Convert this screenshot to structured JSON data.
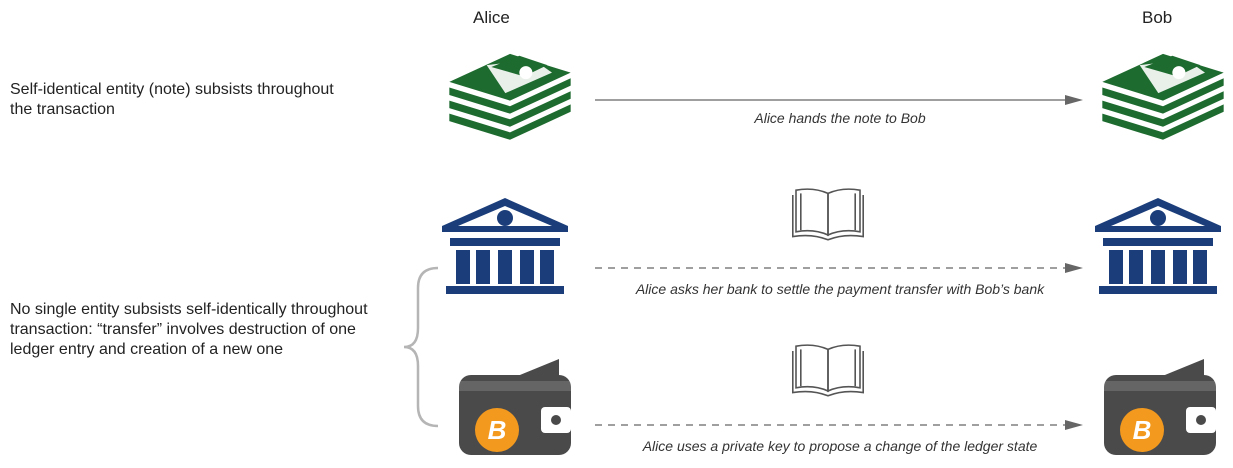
{
  "header": {
    "left_party": "Alice",
    "right_party": "Bob"
  },
  "rows": [
    {
      "description": "Self-identical entity (note) subsists throughout the transaction",
      "caption": "Alice hands the note to Bob"
    },
    {
      "caption": "Alice asks her bank to settle the payment transfer with Bob’s bank"
    },
    {
      "caption": "Alice uses a private key to propose a change of the ledger state"
    }
  ],
  "group_description": "No single entity subsists self-identically throughout transaction: “transfer” involves destruction of one ledger entry and creation of a new one",
  "colors": {
    "cash_green": "#1e6b2f",
    "bank_navy": "#1b3d7a",
    "wallet_gray": "#4a4a4a",
    "bitcoin_orange": "#f39a1e",
    "arrow_gray": "#666666"
  },
  "icons": [
    "cash-stack-icon",
    "bank-icon",
    "book-icon",
    "wallet-icon",
    "bitcoin-icon"
  ]
}
